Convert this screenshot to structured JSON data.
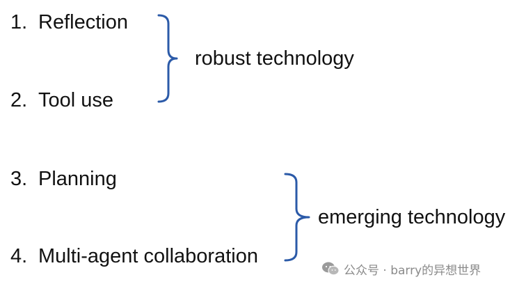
{
  "items": [
    {
      "num": "1.",
      "label": "Reflection"
    },
    {
      "num": "2.",
      "label": "Tool use"
    },
    {
      "num": "3.",
      "label": "Planning"
    },
    {
      "num": "4.",
      "label": "Multi-agent collaboration"
    }
  ],
  "groups": [
    {
      "label": "robust technology"
    },
    {
      "label": "emerging technology"
    }
  ],
  "watermark": {
    "text": "公众号 · barry的异想世界",
    "icon": "wechat-icon"
  },
  "colors": {
    "brace": "#2b5aa8",
    "text": "#111111",
    "background": "#ffffff"
  }
}
